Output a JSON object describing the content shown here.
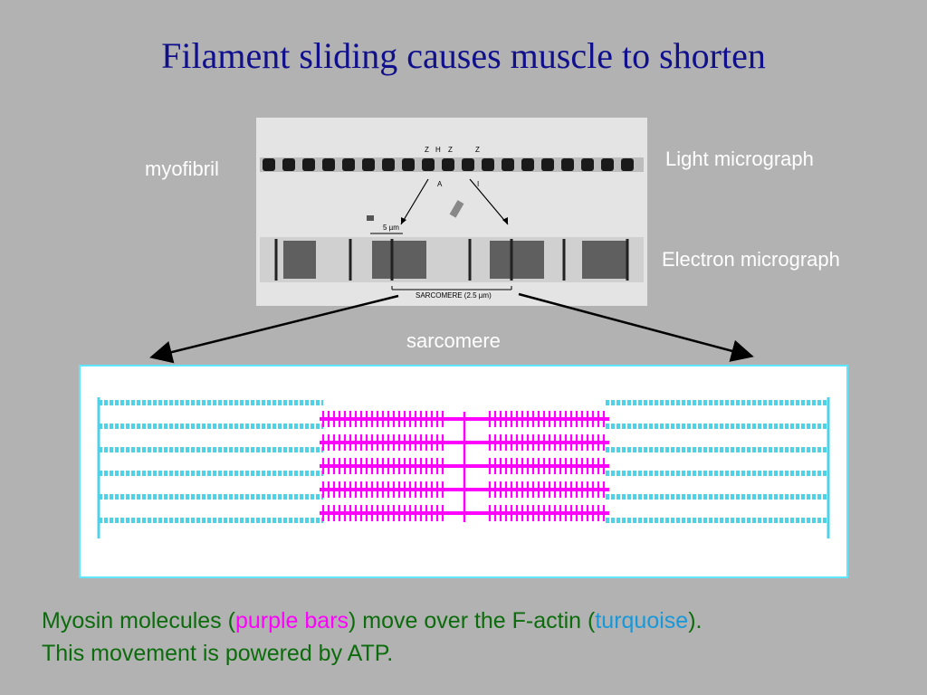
{
  "title": "Filament sliding causes muscle to shorten",
  "labels": {
    "myofibril": "myofibril",
    "light": "Light micrograph",
    "electron": "Electron micrograph",
    "sarcomere": "sarcomere"
  },
  "micrograph_text": {
    "z1": "Z",
    "h": "H",
    "z2": "Z",
    "z3": "Z",
    "a": "A",
    "i": "I",
    "scale": "5 µm",
    "sarcomere_len": "SARCOMERE (2.5 µm)"
  },
  "caption": {
    "line1_a": "Myosin molecules (",
    "line1_purple": "purple bars",
    "line1_b": ") move over the F-actin (",
    "line1_cyan": "turquoise",
    "line1_c": ").",
    "line2": "This movement is powered by ATP."
  },
  "colors": {
    "background": "#b2b2b2",
    "title": "#10108c",
    "myosin": "#ff00ff",
    "actin": "#4fd2e8",
    "caption": "#0c6b0c",
    "panel_border": "#5fe7ff"
  }
}
